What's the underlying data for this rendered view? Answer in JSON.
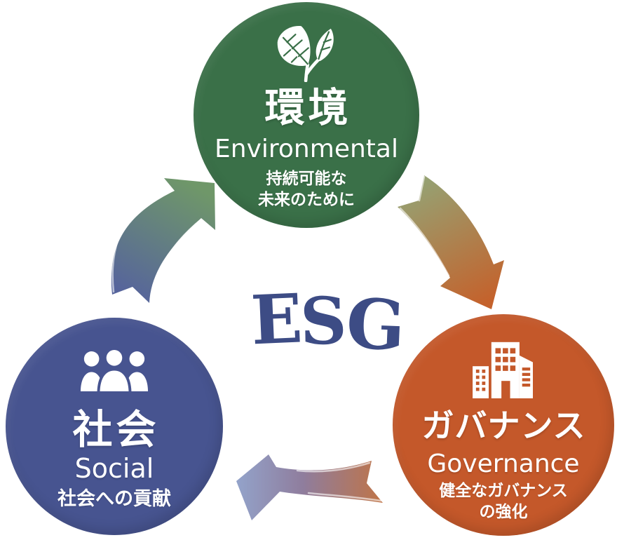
{
  "diagram_title": "ESG",
  "center": {
    "label": "ESG",
    "letters": {
      "e": "E",
      "s": "S",
      "g": "G"
    },
    "color": "#3d4c85"
  },
  "circles": {
    "environment": {
      "title_jp": "環境",
      "title_en": "Environmental",
      "tagline_line1": "持続可能な",
      "tagline_line2": "未来のために",
      "color": "#3a7048",
      "icon": "leaf-icon"
    },
    "social": {
      "title_jp": "社会",
      "title_en": "Social",
      "tagline_line1": "社会への貢献",
      "color": "#475490",
      "icon": "people-icon"
    },
    "governance": {
      "title_jp": "ガバナンス",
      "title_en": "Governance",
      "tagline_line1": "健全なガバナンス",
      "tagline_line2": "の強化",
      "color": "#c4582a",
      "icon": "building-icon"
    }
  },
  "arrows": [
    {
      "name": "arrow-environment-to-governance",
      "from": "environment",
      "to": "governance",
      "gradient": [
        "#96a172",
        "#c4622c"
      ]
    },
    {
      "name": "arrow-governance-to-social",
      "from": "governance",
      "to": "social",
      "gradient": [
        "#bf7448",
        "#8f7d9d",
        "#93a2c9"
      ]
    },
    {
      "name": "arrow-social-to-environment",
      "from": "social",
      "to": "environment",
      "gradient": [
        "#56649c",
        "#6f9769"
      ]
    }
  ]
}
